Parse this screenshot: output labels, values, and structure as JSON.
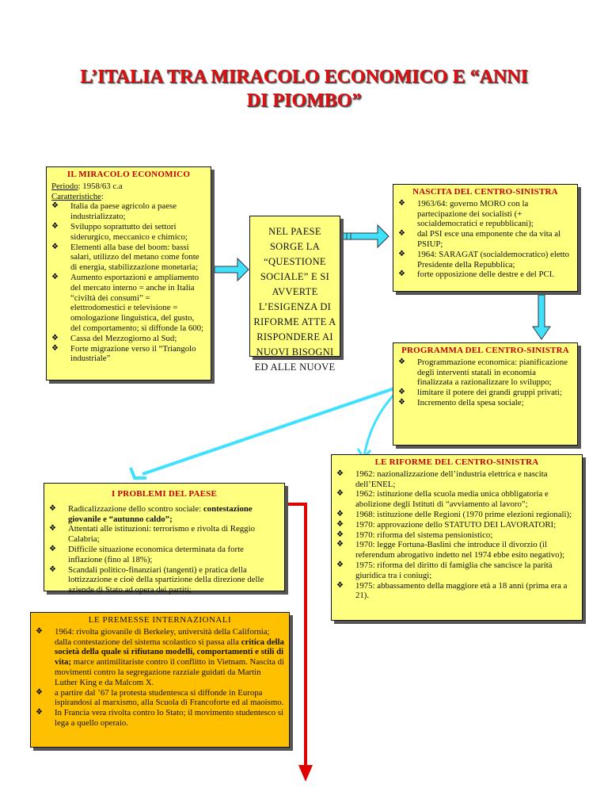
{
  "title_line1": "L’ITALIA TRA MIRACOLO ECONOMICO E “ANNI",
  "title_line2": "DI PIOMBO”",
  "miracolo": {
    "title": "IL MIRACOLO ECONOMICO",
    "periodo_label": "Periodo",
    "periodo_value": ": 1958/63 c.a",
    "caratteristiche_label": "Caratteristiche",
    "caratteristiche_colon": ":",
    "items": [
      "Italia da paese agricolo a paese industrializzato;",
      "Sviluppo soprattutto dei settori siderurgico, meccanico e chimico;",
      "Elementi alla base del boom: bassi salari, utilizzo del metano come fonte di energia, stabilizzazione monetaria;",
      "Aumento esportazioni e ampliamento del mercato interno = anche in Italia “civiltà dei consumi” = elettrodomestici e televisione = omologazione linguistica, del gusto, del comportamento; si diffonde la 600;",
      "Cassa del Mezzogiorno al Sud;",
      "Forte migrazione verso il “Triangolo industriale”"
    ]
  },
  "centro_text": "NEL PAESE SORGE LA “QUESTIONE SOCIALE” E SI AVVERTE L’ESIGENZA DI RIFORME ATTE A RISPONDERE AI NUOVI BISOGNI ED ALLE NUOVE",
  "nascita": {
    "title": "NASCITA DEL CENTRO-SINISTRA",
    "items": [
      "1963/64: governo MORO con la partecipazione dei socialisti (+ socialdemocratici e repubblicani);",
      "dal PSI esce una emponente che da vita al PSIUP;",
      "1964: SARAGAT (socialdemocratico) eletto Presidente della Repubblica;",
      "forte opposizione delle destre e del PCI."
    ]
  },
  "programma": {
    "title": "PROGRAMMA DEL CENTRO-SINISTRA",
    "items": [
      "Programmazione economica: pianificazione degli interventi statali in economia finalizzata a razionalizzare lo sviluppo;",
      "limitare il potere dei grandi gruppi privati;",
      "Incremento della spesa sociale;"
    ]
  },
  "riforme": {
    "title": "LE RIFORME DEL CENTRO-SINISTRA",
    "items": [
      "1962: nazionalizzazione dell’industria elettrica e nascita dell’ENEL;",
      "1962: istituzione della scuola media unica obbligatoria e abolizione degli Istituti di “avviamento al lavoro”;",
      "1968: istituzione delle Regioni (1970 prime elezioni regionali);",
      "1970: approvazione dello STATUTO DEI LAVORATORI;",
      "1970: riforma del sistema pensionistico;",
      "1970: legge Fortuna-Baslini che introduce il divorzio (il referendum abrogativo indetto nel 1974 ebbe esito negativo);",
      "1975: riforma del diritto di famiglia che sancisce la parità giuridica tra i coniugi;",
      "1975: abbassamento della maggiore età a 18 anni (prima era a 21)."
    ]
  },
  "problemi": {
    "title": "I PROBLEMI DEL PAESE",
    "item1_pre": "Radicalizzazione dello scontro sociale: ",
    "item1_bold": "contestazione giovanile e “autunno caldo”;",
    "item2": "Attentati alle istituzioni: terrorismo e rivolta di Reggio Calabria;",
    "item3": "Difficile situazione economica determinata da forte inflazione (fino al 18%);",
    "item4": "Scandali politico-finanziari (tangenti) e pratica della lottizzazione e cioè della spartizione della direzione delle aziende di Stato ad opera dei partiti;"
  },
  "premesse": {
    "title": "LE PREMESSE INTERNAZIONALI",
    "item1_pre": "1964: rivolta giovanile di Berkeley, università della California; dalla contestazione del sistema scolastico si passa alla ",
    "item1_bold": "critica della società della quale si rifiutano modelli, comportamenti e stili di vita;",
    "item1_post": " marce antimilitariste contro il conflitto in Vietnam. Nascita di movimenti contro la segregazione razziale guidati da Martin Luther King e da Malcom X.",
    "item2": "a partire dal ’67 la protesta studentesca si diffonde in Europa ispirandosi al marxismo, alla Scuola di Francoforte ed al maoismo.",
    "item3": "In Francia vera rivolta contro lo Stato; il movimento studentesco si lega a quello operaio."
  },
  "colors": {
    "box_fill": "#ffff80",
    "premesse_fill": "#ffc000",
    "title_red": "#e01010",
    "heading_red": "#c00000",
    "arrow_cyan": "#40e0ff",
    "arrow_red": "#e00000"
  }
}
